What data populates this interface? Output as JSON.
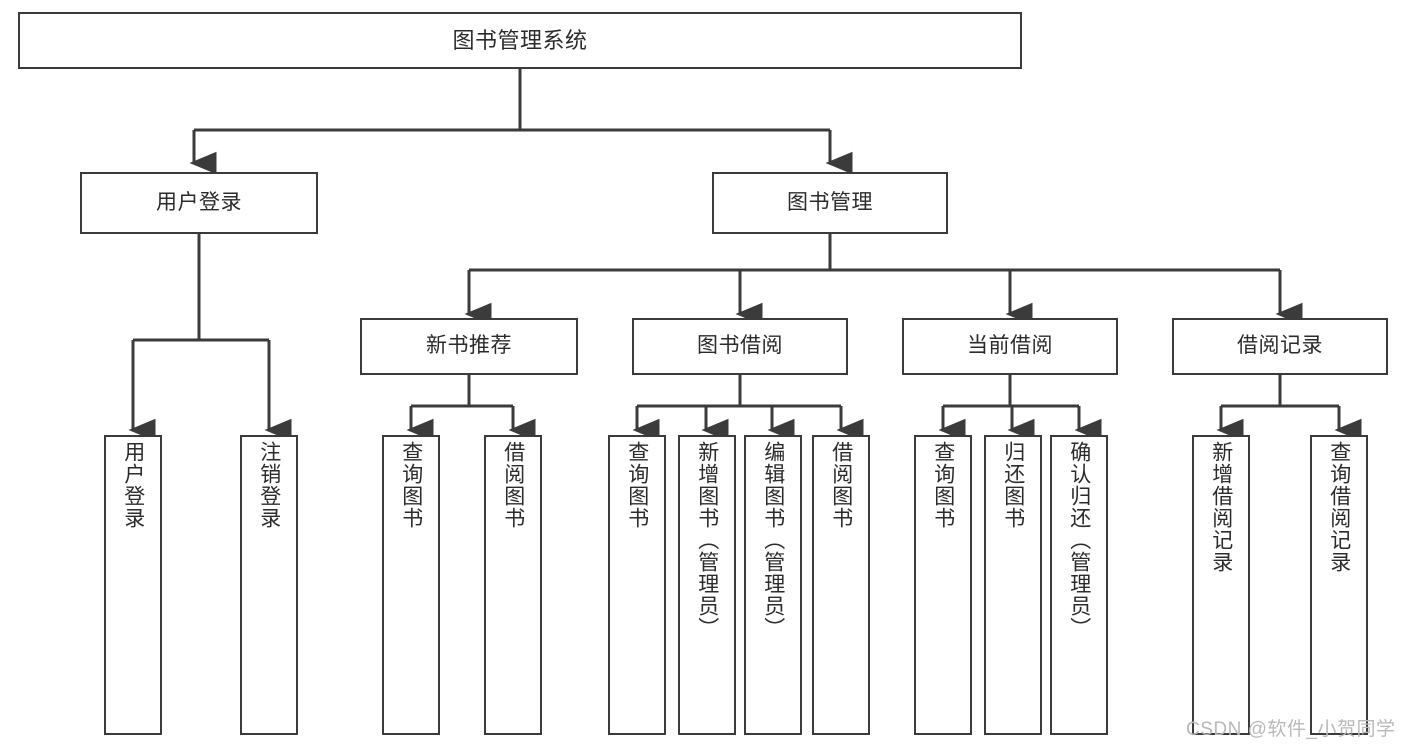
{
  "diagram": {
    "type": "hierarchy-tree",
    "title": "图书管理系统",
    "root": {
      "id": "root",
      "label": "图书管理系统"
    },
    "level2": [
      {
        "id": "user-login",
        "label": "用户登录"
      },
      {
        "id": "book-management",
        "label": "图书管理"
      }
    ],
    "level3": [
      {
        "id": "new-book-recommend",
        "label": "新书推荐",
        "parent": "book-management"
      },
      {
        "id": "book-borrow",
        "label": "图书借阅",
        "parent": "book-management"
      },
      {
        "id": "current-borrow",
        "label": "当前借阅",
        "parent": "book-management"
      },
      {
        "id": "borrow-record",
        "label": "借阅记录",
        "parent": "book-management"
      }
    ],
    "leaves": [
      {
        "id": "leaf-user-login",
        "label": "用户登录",
        "parent": "user-login"
      },
      {
        "id": "leaf-user-logout",
        "label": "注销登录",
        "parent": "user-login"
      },
      {
        "id": "leaf-query-book-recommend",
        "label": "查询图书",
        "parent": "new-book-recommend"
      },
      {
        "id": "leaf-borrow-book-recommend",
        "label": "借阅图书",
        "parent": "new-book-recommend"
      },
      {
        "id": "leaf-query-book-borrow",
        "label": "查询图书",
        "parent": "book-borrow"
      },
      {
        "id": "leaf-add-book",
        "label": "新增图书（管理员）",
        "parent": "book-borrow"
      },
      {
        "id": "leaf-edit-book",
        "label": "编辑图书（管理员）",
        "parent": "book-borrow"
      },
      {
        "id": "leaf-borrow-book",
        "label": "借阅图书",
        "parent": "book-borrow"
      },
      {
        "id": "leaf-query-book-current",
        "label": "查询图书",
        "parent": "current-borrow"
      },
      {
        "id": "leaf-return-book",
        "label": "归还图书",
        "parent": "current-borrow"
      },
      {
        "id": "leaf-confirm-return",
        "label": "确认归还（管理员）",
        "parent": "current-borrow"
      },
      {
        "id": "leaf-add-record",
        "label": "新增借阅记录",
        "parent": "borrow-record"
      },
      {
        "id": "leaf-query-record",
        "label": "查询借阅记录",
        "parent": "borrow-record"
      }
    ],
    "colors": {
      "border": "#3b3b3b",
      "text": "#2b2b2b",
      "background": "#ffffff",
      "connector": "#3b3b3b",
      "watermark": "#b9b9b9"
    }
  },
  "watermark": {
    "text": "CSDN @软件_小贺同学"
  }
}
